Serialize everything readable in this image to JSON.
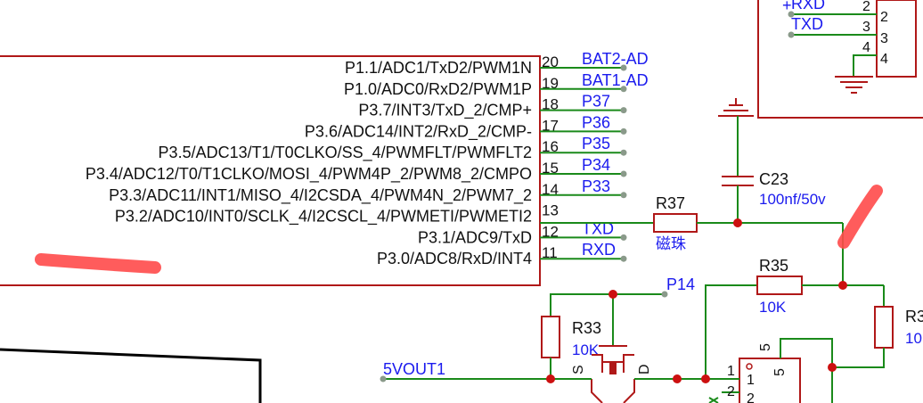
{
  "ic_pins": [
    {
      "name": "P1.1/ADC1/TxD2/PWM1N",
      "num": "20",
      "net": "BAT2-AD"
    },
    {
      "name": "P1.0/ADC0/RxD2/PWM1P",
      "num": "19",
      "net": "BAT1-AD"
    },
    {
      "name": "P3.7/INT3/TxD_2/CMP+",
      "num": "18",
      "net": "P37"
    },
    {
      "name": "P3.6/ADC14/INT2/RxD_2/CMP-",
      "num": "17",
      "net": "P36"
    },
    {
      "name": "P3.5/ADC13/T1/T0CLKO/SS_4/PWMFLT/PWMFLT2",
      "num": "16",
      "net": "P35"
    },
    {
      "name": "P3.4/ADC12/T0/T1CLKO/MOSI_4/PWM4P_2/PWM8_2/CMPO",
      "num": "15",
      "net": "P34"
    },
    {
      "name": "P3.3/ADC11/INT1/MISO_4/I2CSDA_4/PWM4N_2/PWM7_2",
      "num": "14",
      "net": "P33"
    },
    {
      "name": "P3.2/ADC10/INT0/SCLK_4/I2CSCL_4/PWMETI/PWMETI2",
      "num": "13",
      "net": ""
    },
    {
      "name": "P3.1/ADC9/TxD",
      "num": "12",
      "net": "TXD"
    },
    {
      "name": "P3.0/ADC8/RxD/INT4",
      "num": "11",
      "net": "RXD"
    }
  ],
  "connector": {
    "pins": [
      "2",
      "3",
      "4"
    ],
    "inner_pins": [
      "2",
      "3",
      "4"
    ],
    "nets": [
      "RXD",
      "TXD"
    ]
  },
  "components": {
    "c23": {
      "designator": "C23",
      "value": "100nf/50v"
    },
    "r37": {
      "designator": "R37",
      "value": "磁珠"
    },
    "r35": {
      "designator": "R35",
      "value": "10K"
    },
    "r33": {
      "designator": "R33",
      "value": "10K"
    },
    "r3x": {
      "designator": "R3",
      "value": "10"
    },
    "mosfet": {
      "pin_s": "S",
      "pin_d": "D"
    },
    "u_small": {
      "pins": [
        "1",
        "1",
        "2",
        "2",
        "5",
        "5"
      ]
    }
  },
  "nets": {
    "p14": "P14",
    "vout": "5VOUT1"
  },
  "colors": {
    "wire": "#1a8a1a",
    "body": "#b01818",
    "net_label": "#1a1aee",
    "junction": "#cc1010",
    "marker": "#ff4a4a"
  }
}
